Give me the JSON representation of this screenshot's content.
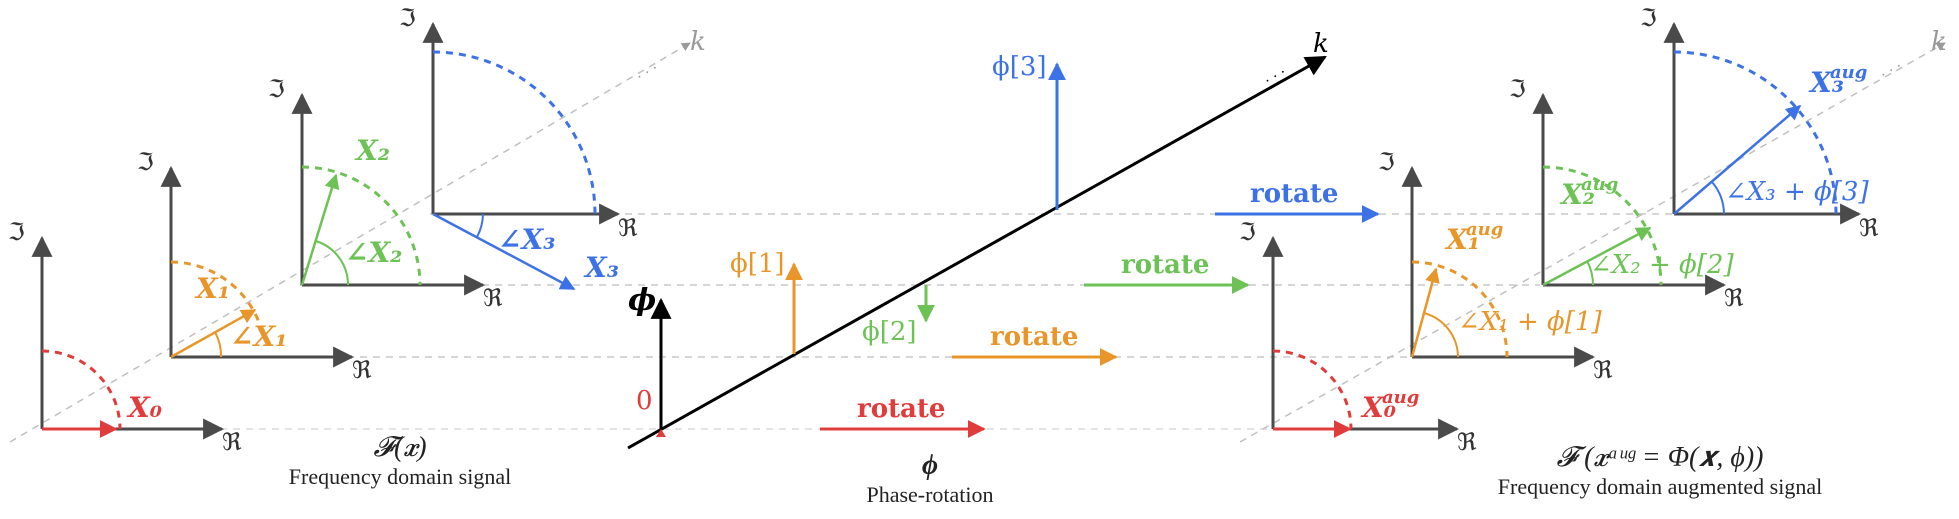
{
  "colors": {
    "axis": "#4a4a4a",
    "guide": "#bfbfbf",
    "k0": "#e03c3c",
    "k1": "#e8962a",
    "k2": "#6cc255",
    "k3": "#3d72e6"
  },
  "symbols": {
    "imag": "ℑ",
    "real": "ℜ",
    "k": "k",
    "ellipsis": "· · ·",
    "phi": "ϕ",
    "zero": "0"
  },
  "left_panel": {
    "x0": "X₀",
    "x1": "X₁",
    "angle1": "∠X₁",
    "x2": "X₂",
    "angle2": "∠X₂",
    "x3": "X₃",
    "angle3": "∠X₃",
    "caption_formula": "𝓕(𝒙)",
    "caption_text": "Frequency domain signal"
  },
  "middle_panel": {
    "phi_axis_label": "ϕ",
    "phi1": "ϕ[1]",
    "phi2": "ϕ[2]",
    "phi3": "ϕ[3]",
    "rotate0": "rotate",
    "rotate1": "rotate",
    "rotate2": "rotate",
    "rotate3": "rotate",
    "caption_formula": "ϕ",
    "caption_text": "Phase-rotation"
  },
  "right_panel": {
    "x0": "X₀",
    "x1": "X₁",
    "angle1": "∠X₁ + ϕ[1]",
    "x2": "X₂",
    "angle2": "∠X₂ + ϕ[2]",
    "x3": "X₃",
    "angle3": "∠X₃ + ϕ[3]",
    "aug": "aug",
    "caption_formula": "𝓕 (𝒙ᵃᵘᵍ = Φ(𝒙, ϕ))",
    "caption_text": "Frequency domain augmented signal"
  }
}
